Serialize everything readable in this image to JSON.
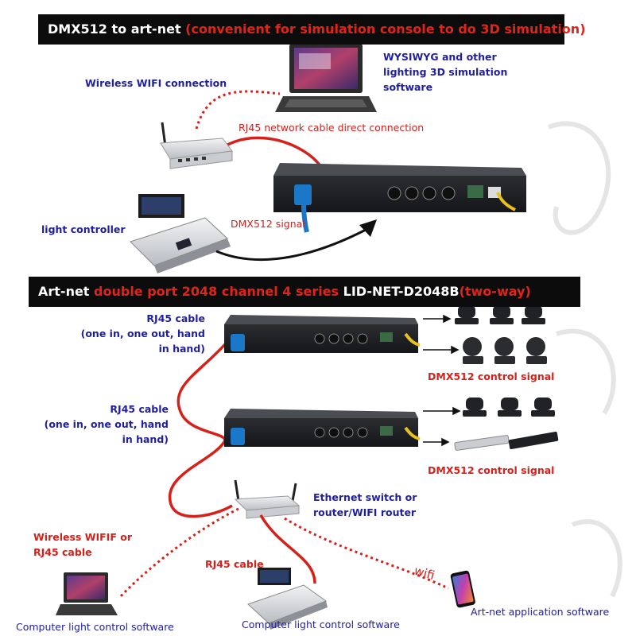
{
  "section1": {
    "title_plain": "DMX512 to art-net",
    "title_red": "(convenient for simulation console to do 3D simulation)",
    "wifi_label": "Wireless WIFI connection",
    "software_label": [
      "WYSIWYG and other",
      "lighting 3D simulation",
      "software"
    ],
    "rj45_label": "RJ45 network cable direct connection",
    "controller_label": "light controller",
    "dmx_label": "DMX512 signal"
  },
  "section2": {
    "title_plain": "Art-net",
    "title_red": "double port 2048 channel 4 series",
    "title_model": "LID-NET-D2048B",
    "title_red2": "(two-way)",
    "rj45_cable_1": [
      "RJ45 cable",
      "(one in, one out, hand",
      "in hand)"
    ],
    "rj45_cable_2": [
      "RJ45 cable",
      "(one in, one out, hand",
      "in hand)"
    ],
    "dmx_control_1": "DMX512 control signal",
    "dmx_control_2": "DMX512 control signal",
    "switch_label": [
      "Ethernet switch or",
      "router/WIFI router"
    ],
    "wireless_label": [
      "Wireless WIFIF or",
      "RJ45 cable"
    ],
    "rj45_cable_3": "RJ45 cable",
    "wifi_text": "wifi",
    "computer_software": "Computer light control software",
    "console_software": "Computer light control software",
    "app_software": "Art-net application software"
  },
  "colors": {
    "banner": "#0c0c0c",
    "accent_red": "#e2231a",
    "label_blue": "#1f1fa0",
    "cable_red": "#d8201a"
  }
}
